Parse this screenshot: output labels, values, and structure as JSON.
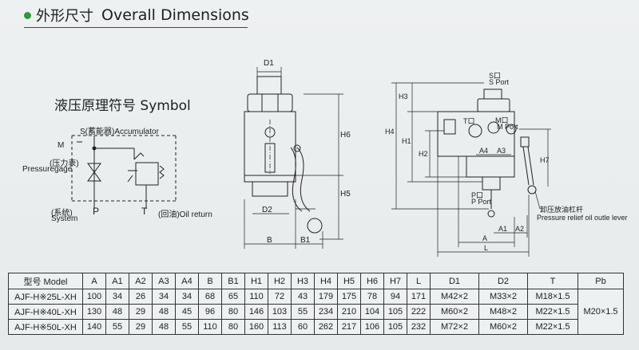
{
  "header": {
    "title_cn": "外形尺寸",
    "title_en": "Overall Dimensions"
  },
  "symbol": {
    "title": "液压原理符号 Symbol",
    "s_label": "S(蓄能器)Accumulator",
    "m_label": "M",
    "pressure_cn": "(压力表)",
    "pressure_en": "Pressuregage",
    "system_cn": "(系统)",
    "system_en": "System",
    "p_label": "P",
    "t_label": "T",
    "oil_return": "(回油)Oil return"
  },
  "front_view": {
    "d1": "D1",
    "d2": "D2",
    "h6": "H6",
    "h5": "H5",
    "b": "B",
    "b1": "B1"
  },
  "side_view": {
    "s_cn": "S口",
    "s_port": "S Port",
    "m_cn": "M口",
    "m_port": "M Port",
    "t_cn": "T口",
    "p_cn": "P口",
    "p_port": "P Port",
    "h3": "H3",
    "h4": "H4",
    "h1": "H1",
    "h2": "H2",
    "h7": "H7",
    "a4": "A4",
    "a3": "A3",
    "a": "A",
    "a1": "A1",
    "a2": "A2",
    "l": "L",
    "lever_cn": "卸压放油杠杆",
    "lever_en": "Pressure relief oil outle lever"
  },
  "table": {
    "headers": [
      "型号 Model",
      "A",
      "A1",
      "A2",
      "A3",
      "A4",
      "B",
      "B1",
      "H1",
      "H2",
      "H3",
      "H4",
      "H5",
      "H6",
      "H7",
      "L",
      "D1",
      "D2",
      "T",
      "Pb"
    ],
    "rows": [
      [
        "AJF-H※25L-XH",
        "100",
        "34",
        "26",
        "34",
        "34",
        "68",
        "65",
        "110",
        "72",
        "43",
        "179",
        "175",
        "78",
        "94",
        "171",
        "M42×2",
        "M33×2",
        "M18×1.5"
      ],
      [
        "AJF-H※40L-XH",
        "130",
        "48",
        "29",
        "48",
        "45",
        "96",
        "80",
        "146",
        "103",
        "55",
        "234",
        "210",
        "104",
        "105",
        "222",
        "M60×2",
        "M48×2",
        "M22×1.5"
      ],
      [
        "AJF-H※50L-XH",
        "140",
        "55",
        "29",
        "48",
        "55",
        "110",
        "80",
        "160",
        "113",
        "60",
        "262",
        "217",
        "106",
        "105",
        "232",
        "M72×2",
        "M60×2",
        "M22×1.5"
      ]
    ],
    "pb": "M20×1.5"
  }
}
